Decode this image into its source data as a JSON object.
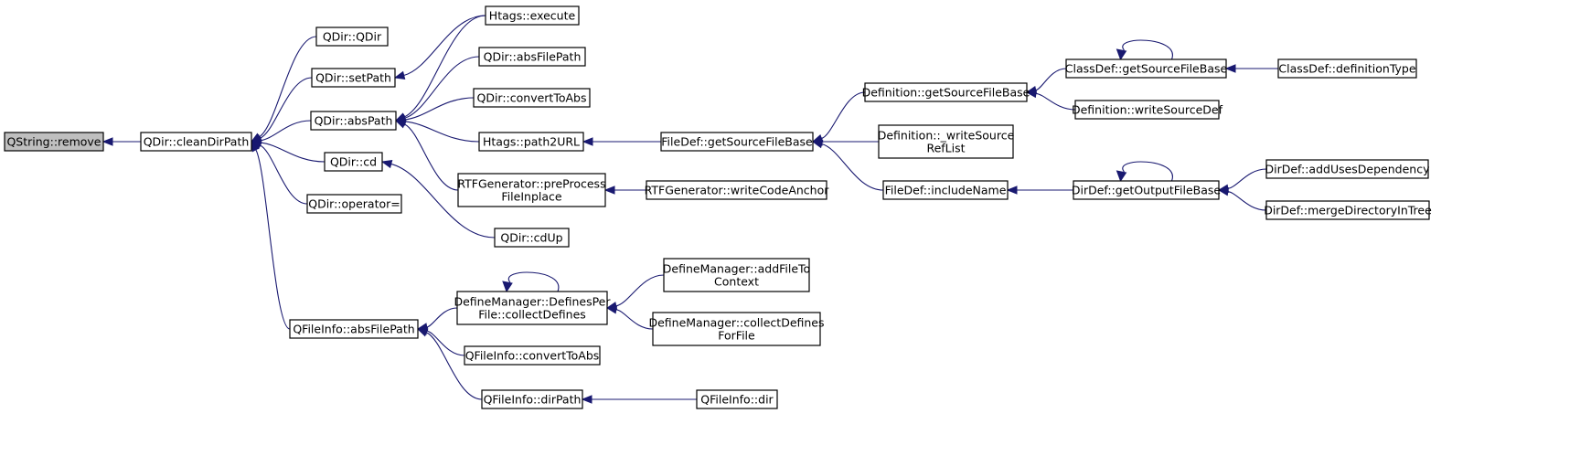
{
  "nodes": [
    {
      "id": "qstring_remove",
      "lines": [
        "QString::remove"
      ],
      "root": true
    },
    {
      "id": "qdir_cleandirpath",
      "lines": [
        "QDir::cleanDirPath"
      ]
    },
    {
      "id": "qdir_qdir",
      "lines": [
        "QDir::QDir"
      ]
    },
    {
      "id": "qdir_setpath",
      "lines": [
        "QDir::setPath"
      ]
    },
    {
      "id": "qdir_abspath",
      "lines": [
        "QDir::absPath"
      ]
    },
    {
      "id": "qdir_cd",
      "lines": [
        "QDir::cd"
      ]
    },
    {
      "id": "qdir_operator_eq",
      "lines": [
        "QDir::operator="
      ]
    },
    {
      "id": "qfileinfo_absfilepath",
      "lines": [
        "QFileInfo::absFilePath"
      ]
    },
    {
      "id": "htags_execute",
      "lines": [
        "Htags::execute"
      ]
    },
    {
      "id": "qdir_absfilepath",
      "lines": [
        "QDir::absFilePath"
      ]
    },
    {
      "id": "qdir_converttoabs",
      "lines": [
        "QDir::convertToAbs"
      ]
    },
    {
      "id": "htags_path2url",
      "lines": [
        "Htags::path2URL"
      ]
    },
    {
      "id": "rtfgen_preprocess",
      "lines": [
        "RTFGenerator::preProcess",
        "FileInplace"
      ]
    },
    {
      "id": "qdir_cdup",
      "lines": [
        "QDir::cdUp"
      ]
    },
    {
      "id": "definemanager_collectdefines",
      "lines": [
        "DefineManager::DefinesPer",
        "File::collectDefines"
      ]
    },
    {
      "id": "qfileinfo_converttoabs",
      "lines": [
        "QFileInfo::convertToAbs"
      ]
    },
    {
      "id": "qfileinfo_dirpath",
      "lines": [
        "QFileInfo::dirPath"
      ]
    },
    {
      "id": "filedef_getsourcefilebase",
      "lines": [
        "FileDef::getSourceFileBase"
      ]
    },
    {
      "id": "rtfgen_writecodeanchor",
      "lines": [
        "RTFGenerator::writeCodeAnchor"
      ]
    },
    {
      "id": "definemanager_addfiletocontext",
      "lines": [
        "DefineManager::addFileTo",
        "Context"
      ]
    },
    {
      "id": "definemanager_collectdefinesforfile",
      "lines": [
        "DefineManager::collectDefines",
        "ForFile"
      ]
    },
    {
      "id": "qfileinfo_dir",
      "lines": [
        "QFileInfo::dir"
      ]
    },
    {
      "id": "definition_getsourcefilebase",
      "lines": [
        "Definition::getSourceFileBase"
      ]
    },
    {
      "id": "definition_writesourcereflist",
      "lines": [
        "Definition::_writeSource",
        "RefList"
      ]
    },
    {
      "id": "filedef_includename",
      "lines": [
        "FileDef::includeName"
      ]
    },
    {
      "id": "classdef_getsourcefilebase",
      "lines": [
        "ClassDef::getSourceFileBase"
      ]
    },
    {
      "id": "definition_writesourcedef",
      "lines": [
        "Definition::writeSourceDef"
      ]
    },
    {
      "id": "dirdef_getoutputfilebase",
      "lines": [
        "DirDef::getOutputFileBase"
      ]
    },
    {
      "id": "classdef_definitiontype",
      "lines": [
        "ClassDef::definitionType"
      ]
    },
    {
      "id": "dirdef_addusesdependency",
      "lines": [
        "DirDef::addUsesDependency"
      ]
    },
    {
      "id": "dirdef_mergedirectoryintree",
      "lines": [
        "DirDef::mergeDirectoryInTree"
      ]
    }
  ],
  "edges": [
    {
      "from": "qdir_cleandirpath",
      "to": "qstring_remove"
    },
    {
      "from": "qdir_qdir",
      "to": "qdir_cleandirpath"
    },
    {
      "from": "qdir_setpath",
      "to": "qdir_cleandirpath"
    },
    {
      "from": "qdir_abspath",
      "to": "qdir_cleandirpath"
    },
    {
      "from": "qdir_cd",
      "to": "qdir_cleandirpath"
    },
    {
      "from": "qdir_operator_eq",
      "to": "qdir_cleandirpath"
    },
    {
      "from": "qfileinfo_absfilepath",
      "to": "qdir_cleandirpath"
    },
    {
      "from": "htags_execute",
      "to": "qdir_setpath"
    },
    {
      "from": "htags_execute",
      "to": "qdir_abspath"
    },
    {
      "from": "qdir_absfilepath",
      "to": "qdir_abspath"
    },
    {
      "from": "qdir_converttoabs",
      "to": "qdir_abspath"
    },
    {
      "from": "htags_path2url",
      "to": "qdir_abspath"
    },
    {
      "from": "rtfgen_preprocess",
      "to": "qdir_abspath"
    },
    {
      "from": "qdir_cdup",
      "to": "qdir_cd"
    },
    {
      "from": "definemanager_collectdefines",
      "to": "qfileinfo_absfilepath"
    },
    {
      "from": "qfileinfo_converttoabs",
      "to": "qfileinfo_absfilepath"
    },
    {
      "from": "qfileinfo_dirpath",
      "to": "qfileinfo_absfilepath"
    },
    {
      "from": "filedef_getsourcefilebase",
      "to": "htags_path2url"
    },
    {
      "from": "rtfgen_writecodeanchor",
      "to": "rtfgen_preprocess"
    },
    {
      "from": "definemanager_collectdefines",
      "to": "definemanager_collectdefines"
    },
    {
      "from": "definemanager_addfiletocontext",
      "to": "definemanager_collectdefines"
    },
    {
      "from": "definemanager_collectdefinesforfile",
      "to": "definemanager_collectdefines"
    },
    {
      "from": "qfileinfo_dir",
      "to": "qfileinfo_dirpath"
    },
    {
      "from": "definition_getsourcefilebase",
      "to": "filedef_getsourcefilebase"
    },
    {
      "from": "definition_writesourcereflist",
      "to": "filedef_getsourcefilebase"
    },
    {
      "from": "filedef_includename",
      "to": "filedef_getsourcefilebase"
    },
    {
      "from": "classdef_getsourcefilebase",
      "to": "definition_getsourcefilebase"
    },
    {
      "from": "definition_writesourcedef",
      "to": "definition_getsourcefilebase"
    },
    {
      "from": "dirdef_getoutputfilebase",
      "to": "filedef_includename"
    },
    {
      "from": "classdef_getsourcefilebase",
      "to": "classdef_getsourcefilebase"
    },
    {
      "from": "classdef_definitiontype",
      "to": "classdef_getsourcefilebase"
    },
    {
      "from": "dirdef_getoutputfilebase",
      "to": "dirdef_getoutputfilebase"
    },
    {
      "from": "dirdef_addusesdependency",
      "to": "dirdef_getoutputfilebase"
    },
    {
      "from": "dirdef_mergedirectoryintree",
      "to": "dirdef_getoutputfilebase"
    }
  ],
  "colors": {
    "edge": "#191970",
    "node_border": "#000000",
    "root_fill": "#bfbfbf",
    "node_fill": "#ffffff"
  }
}
